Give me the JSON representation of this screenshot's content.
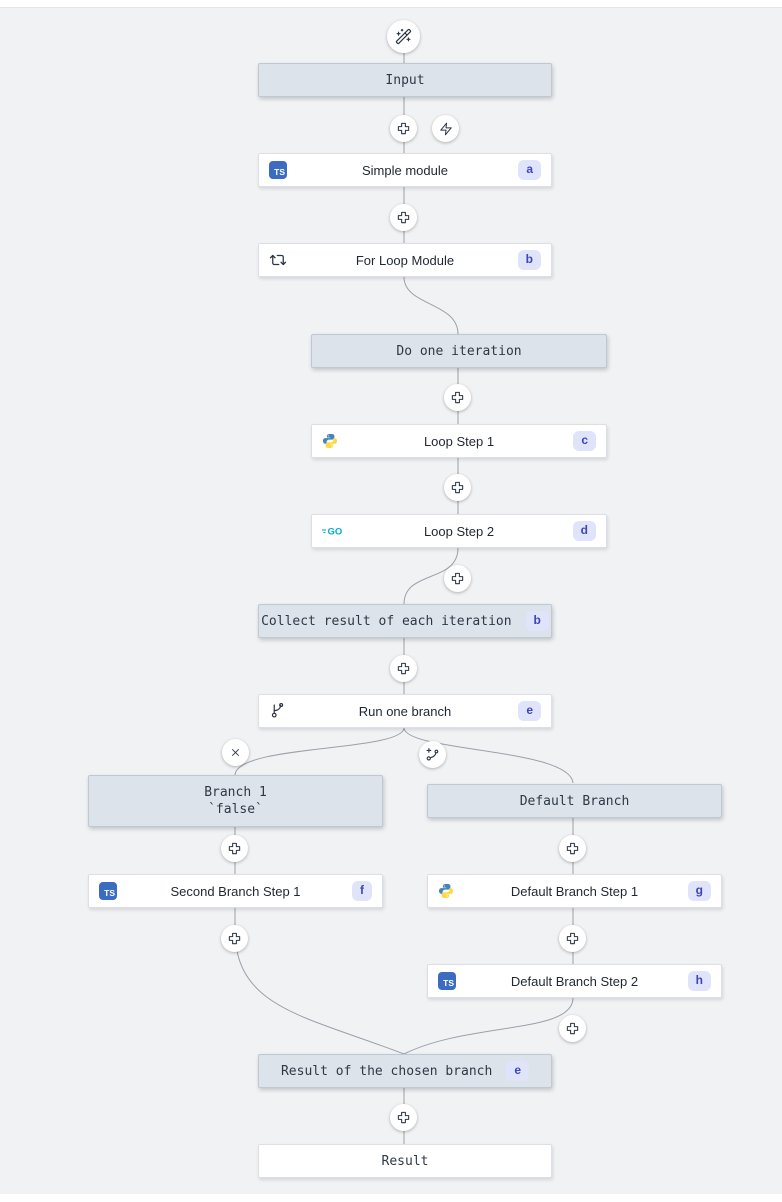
{
  "app": {
    "view": "flow-editor-canvas"
  },
  "colors": {
    "canvas_bg": "#f1f2f4",
    "container_box_bg": "#dce3ea",
    "container_box_border": "#bfc9d3",
    "module_box_bg": "#ffffff",
    "connector": "#9aa1aa",
    "badge_bg": "#e0e4fb",
    "badge_text": "#3f46b5",
    "typescript_blue": "#3c6cc2",
    "go_blue": "#00add8",
    "python_blue": "#4584b6",
    "python_yellow": "#ffd845"
  },
  "icons": {
    "top": "wand-sparkles-icon",
    "insert": "plus-cross-icon",
    "trigger": "zap-icon",
    "remove_branch": "x-icon",
    "add_branch": "add-branch-icon",
    "loop": "repeat-icon",
    "branch_one": "git-branch-icon",
    "ts_label": "TS",
    "go_label": "GO"
  },
  "nodes": {
    "input": {
      "label": "Input"
    },
    "simple_module": {
      "label": "Simple module",
      "badge": "a",
      "language": "typescript"
    },
    "for_loop": {
      "label": "For Loop Module",
      "badge": "b"
    },
    "do_one_iteration": {
      "label": "Do one iteration"
    },
    "loop_step_1": {
      "label": "Loop Step 1",
      "badge": "c",
      "language": "python"
    },
    "loop_step_2": {
      "label": "Loop Step 2",
      "badge": "d",
      "language": "go"
    },
    "collect_result": {
      "label": "Collect result of each iteration",
      "badge": "b"
    },
    "run_one_branch": {
      "label": "Run one branch",
      "badge": "e"
    },
    "branch_1": {
      "line1": "Branch 1",
      "line2": "`false`"
    },
    "default_branch": {
      "label": "Default Branch"
    },
    "second_branch_step_1": {
      "label": "Second Branch Step 1",
      "badge": "f",
      "language": "typescript"
    },
    "default_branch_step_1": {
      "label": "Default Branch Step 1",
      "badge": "g",
      "language": "python"
    },
    "default_branch_step_2": {
      "label": "Default Branch Step 2",
      "badge": "h",
      "language": "typescript"
    },
    "result_of_chosen_branch": {
      "label": "Result of the chosen branch",
      "badge": "e"
    },
    "result": {
      "label": "Result"
    }
  }
}
